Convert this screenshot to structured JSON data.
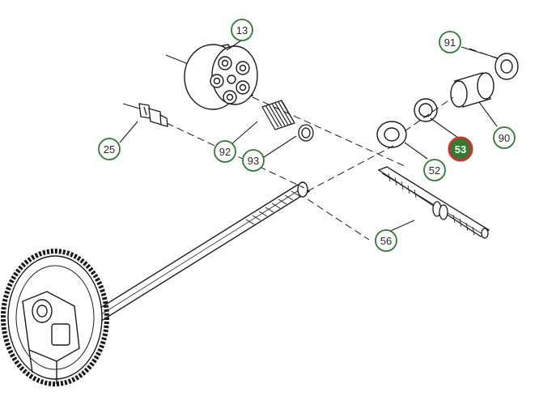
{
  "diagram": {
    "colors": {
      "line": "#1a1a1a",
      "callout_border": "#2e7d32",
      "callout_fill": "#ffffff",
      "callout_text": "#2a2a2a",
      "highlight_fill": "#2e7d32",
      "highlight_border": "#d32f2f",
      "highlight_text": "#ffffff"
    },
    "callouts": [
      {
        "id": "13",
        "label": "13",
        "highlighted": false
      },
      {
        "id": "91",
        "label": "91",
        "highlighted": false
      },
      {
        "id": "25",
        "label": "25",
        "highlighted": false
      },
      {
        "id": "92",
        "label": "92",
        "highlighted": false
      },
      {
        "id": "93",
        "label": "93",
        "highlighted": false
      },
      {
        "id": "53",
        "label": "53",
        "highlighted": true
      },
      {
        "id": "90",
        "label": "90",
        "highlighted": false
      },
      {
        "id": "52",
        "label": "52",
        "highlighted": false
      },
      {
        "id": "56",
        "label": "56",
        "highlighted": false
      }
    ]
  }
}
